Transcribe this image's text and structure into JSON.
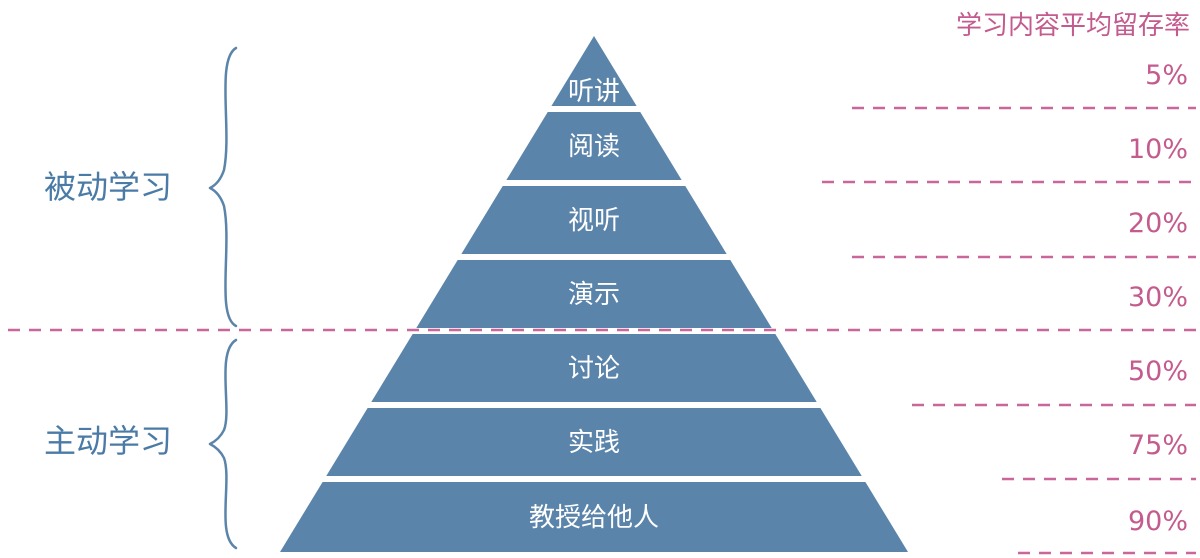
{
  "header": {
    "rate_title": "学习内容平均留存率"
  },
  "groups": [
    {
      "label": "被动学习"
    },
    {
      "label": "主动学习"
    }
  ],
  "layers": [
    {
      "label": "听讲",
      "rate": "5%"
    },
    {
      "label": "阅读",
      "rate": "10%"
    },
    {
      "label": "视听",
      "rate": "20%"
    },
    {
      "label": "演示",
      "rate": "30%"
    },
    {
      "label": "讨论",
      "rate": "50%"
    },
    {
      "label": "实践",
      "rate": "75%"
    },
    {
      "label": "教授给他人",
      "rate": "90%"
    }
  ],
  "colors": {
    "pyramid": "#5b84ab",
    "rate_text": "#c45b8e",
    "dash": "#c9679a",
    "group_text": "#4a7aa6"
  }
}
